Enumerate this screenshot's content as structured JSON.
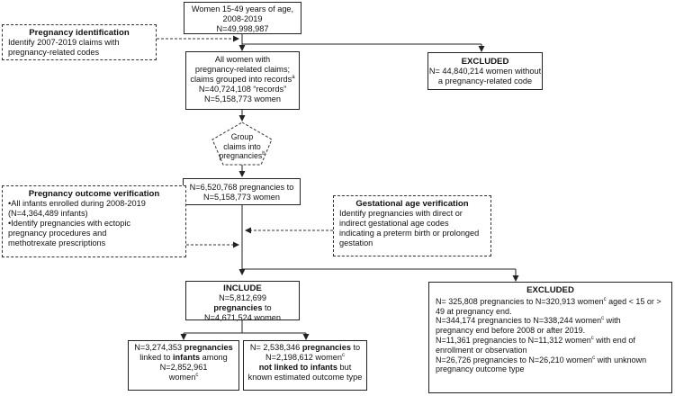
{
  "boxes": {
    "women": {
      "lines": [
        "Women 15-49 years of age,",
        "2008-2019",
        "N=49,998,987"
      ]
    },
    "pregnancy_identification": {
      "title": "Pregnancy identification",
      "lines": [
        "Identify 2007-2019 claims with",
        "pregnancy-related codes"
      ]
    },
    "records": {
      "lines": [
        "All women with",
        "pregnancy-related claims;",
        "claims grouped into records",
        "N=40,724,108 “records”",
        "N=5,158,773  women"
      ],
      "sup": "a"
    },
    "excluded_top": {
      "title": "EXCLUDED",
      "lines": [
        "N= 44,840,214 women without",
        "a pregnancy-related code"
      ]
    },
    "group": {
      "lines": [
        "Group",
        "claims into",
        "pregnancies"
      ],
      "sup": "b"
    },
    "pregnancies_total": {
      "lines": [
        "N=6,520,768 pregnancies to",
        "N=5,158,773 women"
      ]
    },
    "outcome_verification": {
      "title": "Pregnancy outcome verification",
      "bullets": [
        [
          "All infants enrolled during 2008-2019",
          "(N=4,364,489 infants)"
        ],
        [
          "Identify pregnancies with ectopic",
          "pregnancy procedures and",
          "methotrexate prescriptions"
        ]
      ]
    },
    "gestational_verification": {
      "title": "Gestational age verification",
      "lines": [
        "Identify pregnancies with direct or",
        "indirect gestational age codes",
        "indicating a preterm birth or prolonged",
        "gestation"
      ]
    },
    "include": {
      "title": "INCLUDE",
      "l1": "N=5,812,699",
      "l2": "pregnancies",
      "l2b": " to",
      "l3": "N=4,671,524 women"
    },
    "linked": {
      "p1": "N=3,274,353 ",
      "b1": "pregnancies",
      "p2": "linked to ",
      "b2": "infants",
      "p3": " among",
      "l3": "N=2,852,961",
      "l4": "women",
      "sup": "c"
    },
    "not_linked": {
      "p1": "N= 2,538,346 ",
      "b1": "pregnancies",
      "p1b": " to",
      "l2": "N=2,198,612 women",
      "sup": "c",
      "b3": "not linked to infants",
      "p3": " but",
      "l4": "known estimated outcome type"
    },
    "excluded_bottom": {
      "title": "EXCLUDED",
      "items": [
        {
          "a": "N= 325,808 pregnancies to N=320,913 women",
          "sup": "c",
          "b": " aged < 15 or >",
          "c": "49 at pregnancy end."
        },
        {
          "a": "N=344,174 pregnancies to N=338,244  women",
          "sup": "c",
          "b": " with",
          "c": "pregnancy end before 2008 or after 2019."
        },
        {
          "a": "N=11,361 pregnancies to N=11,312 women",
          "sup": "c",
          "b": " with end of",
          "c": "enrollment or observation"
        },
        {
          "a": "N=26,726 pregnancies to N=26,210 women",
          "sup": "c",
          "b": " with unknown",
          "c": "pregnancy outcome type"
        }
      ]
    }
  }
}
